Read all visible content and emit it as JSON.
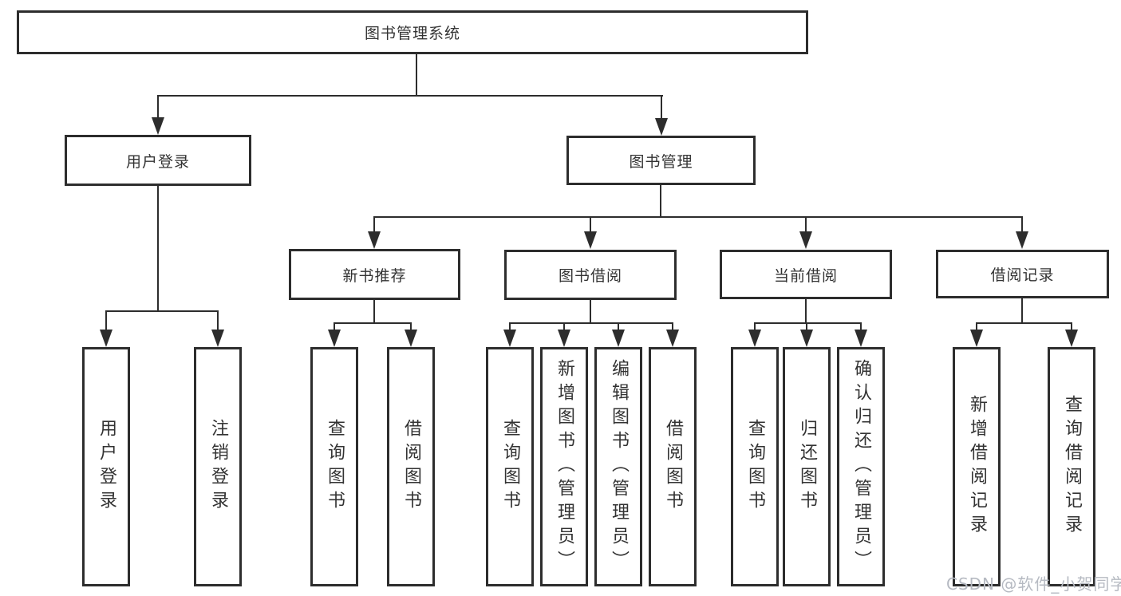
{
  "diagram_title": "图书管理系统",
  "nodes": {
    "root": "图书管理系统",
    "userLogin": "用户登录",
    "bookMgmt": "图书管理",
    "l3": [
      "新书推荐",
      "图书借阅",
      "当前借阅",
      "借阅记录"
    ],
    "leafA": [
      "用户登录",
      "注销登录"
    ],
    "leafB": [
      "查询图书",
      "借阅图书"
    ],
    "leafC": [
      "查询图书",
      "新增图书（管理员）",
      "编辑图书（管理员）",
      "借阅图书"
    ],
    "leafD": [
      "查询图书",
      "归还图书",
      "确认归还（管理员）"
    ],
    "leafE": [
      "新增借阅记录",
      "查询借阅记录"
    ]
  },
  "hierarchy": {
    "label": "图书管理系统",
    "children": [
      {
        "label": "用户登录",
        "children": [
          {
            "label": "用户登录"
          },
          {
            "label": "注销登录"
          }
        ]
      },
      {
        "label": "图书管理",
        "children": [
          {
            "label": "新书推荐",
            "children": [
              {
                "label": "查询图书"
              },
              {
                "label": "借阅图书"
              }
            ]
          },
          {
            "label": "图书借阅",
            "children": [
              {
                "label": "查询图书"
              },
              {
                "label": "新增图书（管理员）"
              },
              {
                "label": "编辑图书（管理员）"
              },
              {
                "label": "借阅图书"
              }
            ]
          },
          {
            "label": "当前借阅",
            "children": [
              {
                "label": "查询图书"
              },
              {
                "label": "归还图书"
              },
              {
                "label": "确认归还（管理员）"
              }
            ]
          },
          {
            "label": "借阅记录",
            "children": [
              {
                "label": "新增借阅记录"
              },
              {
                "label": "查询借阅记录"
              }
            ]
          }
        ]
      }
    ]
  },
  "colors": {
    "line": "#2d2d2d",
    "text": "#333333",
    "background": "#ffffff",
    "watermark": "#b6bac2"
  },
  "watermark": "CSDN @软件_小贺同学"
}
